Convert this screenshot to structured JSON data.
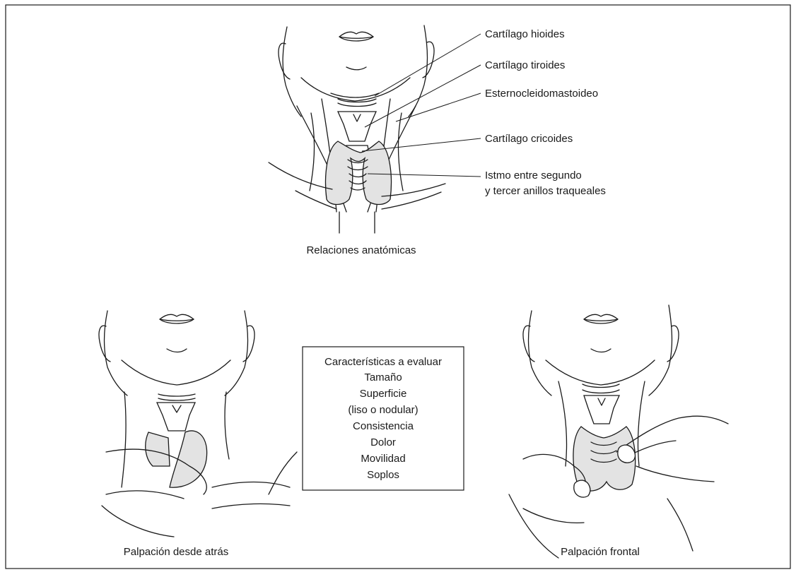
{
  "top_figure": {
    "labels": [
      "Cartílago hioides",
      "Cartílago tiroides",
      "Esternocleidomastoideo",
      "Cartílago cricoides",
      "Istmo entre segundo",
      "y tercer anillos traqueales"
    ],
    "caption": "Relaciones anatómicas"
  },
  "features_box": {
    "lines": [
      "Características a evaluar",
      "Tamaño",
      "Superficie",
      "(liso o nodular)",
      "Consistencia",
      "Dolor",
      "Movilidad",
      "Soplos"
    ]
  },
  "bottom_left_caption": "Palpación desde atrás",
  "bottom_right_caption": "Palpación frontal"
}
